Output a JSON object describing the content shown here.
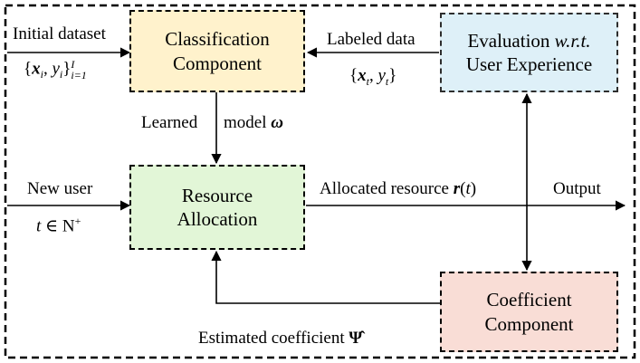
{
  "colors": {
    "classification_fill": "#fff2cc",
    "evaluation_fill": "#def0f8",
    "resource_fill": "#e2f6d7",
    "coefficient_fill": "#f9ddd6",
    "line": "#000000"
  },
  "boxes": {
    "classification": {
      "line1": "Classification",
      "line2": "Component"
    },
    "evaluation": {
      "line1_plain": "Evaluation ",
      "line1_italic": "w.r.t.",
      "line2": "User Experience"
    },
    "resource": {
      "line1": "Resource",
      "line2": "Allocation"
    },
    "coefficient": {
      "line1": "Coefficient",
      "line2": "Component"
    }
  },
  "labels": {
    "initial_dataset": "Initial dataset",
    "labeled_data": "Labeled data",
    "learned": "Learned",
    "model": "model",
    "new_user": "New user",
    "allocated_resource": "Allocated resource",
    "output": "Output",
    "estimated_coefficient": "Estimated coefficient"
  },
  "math": {
    "initial_set": "{x_i, y_i}_{i=1}^I",
    "labeled_set": "{x_t, y_t}",
    "omega": "ω",
    "new_user_set": "t ∈ N⁺",
    "resource_fn": "r(t)",
    "psi_hat": "Ψ̂"
  }
}
